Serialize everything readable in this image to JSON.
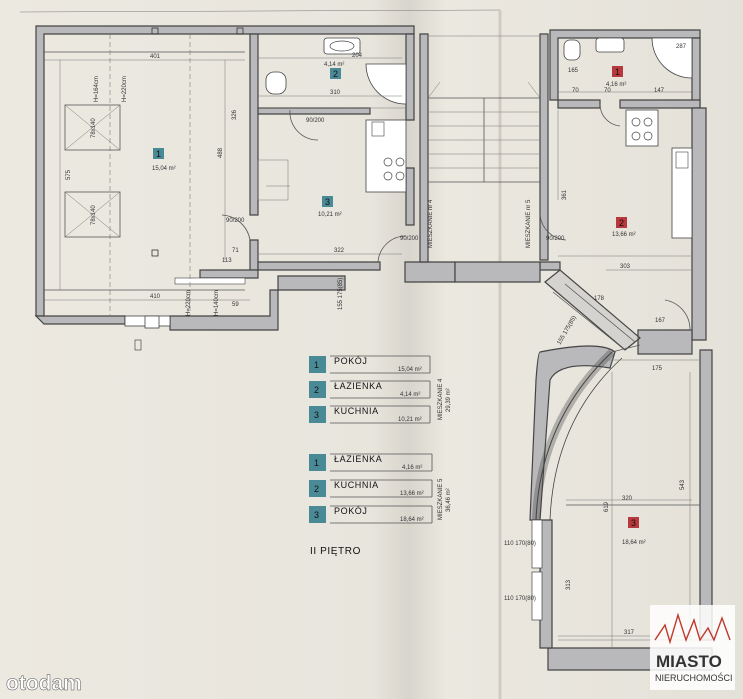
{
  "floor_label": "II PIĘTRO",
  "apartment_4": {
    "label": "MIESZKANIE 4",
    "area": "29,39 m²",
    "plan_label": "MIESZKANIE nr 4",
    "rooms": [
      {
        "num": "1",
        "name": "POKÓJ",
        "area": "15,04 m²"
      },
      {
        "num": "2",
        "name": "ŁAZIENKA",
        "area": "4,14 m²"
      },
      {
        "num": "3",
        "name": "KUCHNIA",
        "area": "10,21 m²"
      }
    ]
  },
  "apartment_5": {
    "label": "MIESZKANIE 5",
    "area": "36,46 m²",
    "plan_label": "MIESZKANIE nr 5",
    "rooms": [
      {
        "num": "1",
        "name": "ŁAZIENKA",
        "area": "4,16 m²"
      },
      {
        "num": "2",
        "name": "KUCHNIA",
        "area": "13,66 m²"
      },
      {
        "num": "3",
        "name": "POKÓJ",
        "area": "18,64 m²"
      }
    ]
  },
  "plan_room_tags": {
    "a4_r1": {
      "num": "1",
      "area": "15,04 m²"
    },
    "a4_r2": {
      "num": "2",
      "area": "4,14 m²"
    },
    "a4_r3": {
      "num": "3",
      "area": "10,21 m²"
    },
    "a5_r1": {
      "num": "1",
      "area": "4,16 m²"
    },
    "a5_r2": {
      "num": "2",
      "area": "13,66 m²"
    },
    "a5_r3": {
      "num": "3",
      "area": "18,64 m²"
    }
  },
  "dimensions": {
    "d401": "401",
    "d575": "575",
    "d488": "488",
    "d326": "326",
    "d410": "410",
    "d204": "204",
    "d310": "310",
    "d322": "322",
    "d113": "113",
    "d71": "71",
    "d59": "59",
    "d90_200_a": "90/200",
    "d90_200_b": "90/200",
    "d90_200_c": "90/200",
    "d90_200_d": "90/200",
    "d155_175": "155 175(85)",
    "d155_175b": "155 175(85)",
    "d287": "287",
    "d165": "165",
    "d70a": "70",
    "d70b": "70",
    "d147": "147",
    "d361": "361",
    "d303": "303",
    "d178": "178",
    "d167": "167",
    "d175": "175",
    "d320": "320",
    "d619": "619",
    "d543": "543",
    "d313": "313",
    "d317": "317",
    "d110_170a": "110 170(80)",
    "d110_170b": "110 170(80)",
    "d78x140a": "78x140",
    "d78x140b": "78x140",
    "dH164": "H=164cm",
    "dH220": "H=220cm",
    "dH140": "H=140cm",
    "dH220b": "H=220cm"
  },
  "colors": {
    "apt4_tag": "#4a8a97",
    "apt5_tag": "#b8393d",
    "wall": "#b9b9bb"
  },
  "branding": {
    "site": "otodam",
    "agency_line1": "MIASTO",
    "agency_line2": "NIERUCHOMOŚCI"
  }
}
